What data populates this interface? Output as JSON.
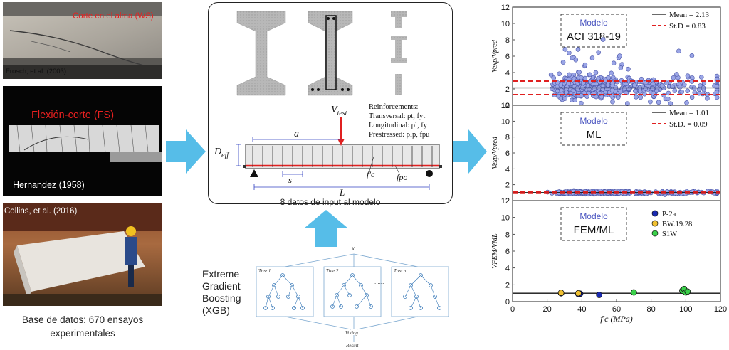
{
  "photos": {
    "top": {
      "label_red": "Corte en el alma (WS)",
      "credit": "Frosch, et al. (2003)"
    },
    "middle": {
      "label_red": "Flexión-corte (FS)",
      "credit": "Hernandez  (1958)"
    },
    "bottom": {
      "credit": "Collins, et al. (2016)"
    }
  },
  "database_caption": {
    "line1": "Base de datos: 670 ensayos",
    "line2": "experimentales"
  },
  "model_inputs": {
    "vtest": "V",
    "vtest_sub": "test",
    "deff": "D",
    "deff_sub": "eff",
    "a": "a",
    "s": "s",
    "L": "L",
    "fc": "f′c",
    "fpo": "fpo",
    "reinforcements_title": "Reinforcements:",
    "transversal": "Transversal: ρt, fyt",
    "longitudinal": "Longitudinal: ρl, fy",
    "prestressed": "Prestressed: ρlp, fpu",
    "caption": "8 datos de input al modelo"
  },
  "xgb": {
    "line1": "Extreme",
    "line2": "Gradient",
    "line3": "Boosting",
    "line4": "(XGB)",
    "input": "x",
    "tree1": "Tree 1",
    "tree2": "Tree 2",
    "treen": "Tree n",
    "dots": "......",
    "voting": "Voting",
    "result": "Result"
  },
  "colors": {
    "arrow": "#56bde8",
    "red": "#e02020",
    "marker_fill": "#9aa5e6",
    "marker_edge": "#4a55a8",
    "box_title": "#4a55c0"
  },
  "chart_data": [
    {
      "type": "scatter",
      "ylabel": "Vexp/Vpred",
      "ylim": [
        0,
        12
      ],
      "yticks": [
        0,
        2,
        4,
        6,
        8,
        10,
        12
      ],
      "xlim": [
        0,
        120
      ],
      "box_title": "Modelo",
      "box_name": "ACI 318-19",
      "legend": [
        "Mean = 2.13",
        "St.D = 0.83"
      ],
      "mean": 2.13,
      "std": 0.83
    },
    {
      "type": "scatter",
      "ylabel": "Vexp/Vpred",
      "ylim": [
        0,
        12
      ],
      "yticks": [
        2,
        4,
        6,
        8,
        10,
        12
      ],
      "xlim": [
        0,
        120
      ],
      "box_title": "Modelo",
      "box_name": "ML",
      "legend": [
        "Mean = 1.01",
        "St.D. = 0.09"
      ],
      "mean": 1.01,
      "std": 0.09
    },
    {
      "type": "scatter",
      "ylabel": "VFEM/VML",
      "xlabel": "f′c (MPa)",
      "ylim": [
        0,
        12
      ],
      "yticks": [
        0,
        2,
        4,
        6,
        8,
        10,
        12
      ],
      "xlim": [
        0,
        120
      ],
      "xticks": [
        0,
        20,
        40,
        60,
        80,
        100,
        120
      ],
      "box_title": "Modelo",
      "box_name": "FEM/ML",
      "legend": [
        "P-2a",
        "BW.19.28",
        "S1W"
      ],
      "series": [
        {
          "name": "P-2a",
          "color": "#1a2ab0",
          "x": [
            28,
            38,
            39,
            50
          ],
          "y": [
            1.0,
            0.9,
            0.95,
            0.8
          ]
        },
        {
          "name": "BW.19.28",
          "color": "#f0c030",
          "x": [
            28,
            38
          ],
          "y": [
            1.05,
            1.0
          ]
        },
        {
          "name": "S1W",
          "color": "#3ad04a",
          "x": [
            70,
            98,
            99,
            100,
            101
          ],
          "y": [
            1.1,
            1.3,
            1.5,
            1.1,
            1.2
          ]
        }
      ],
      "ref": 1.0
    }
  ]
}
